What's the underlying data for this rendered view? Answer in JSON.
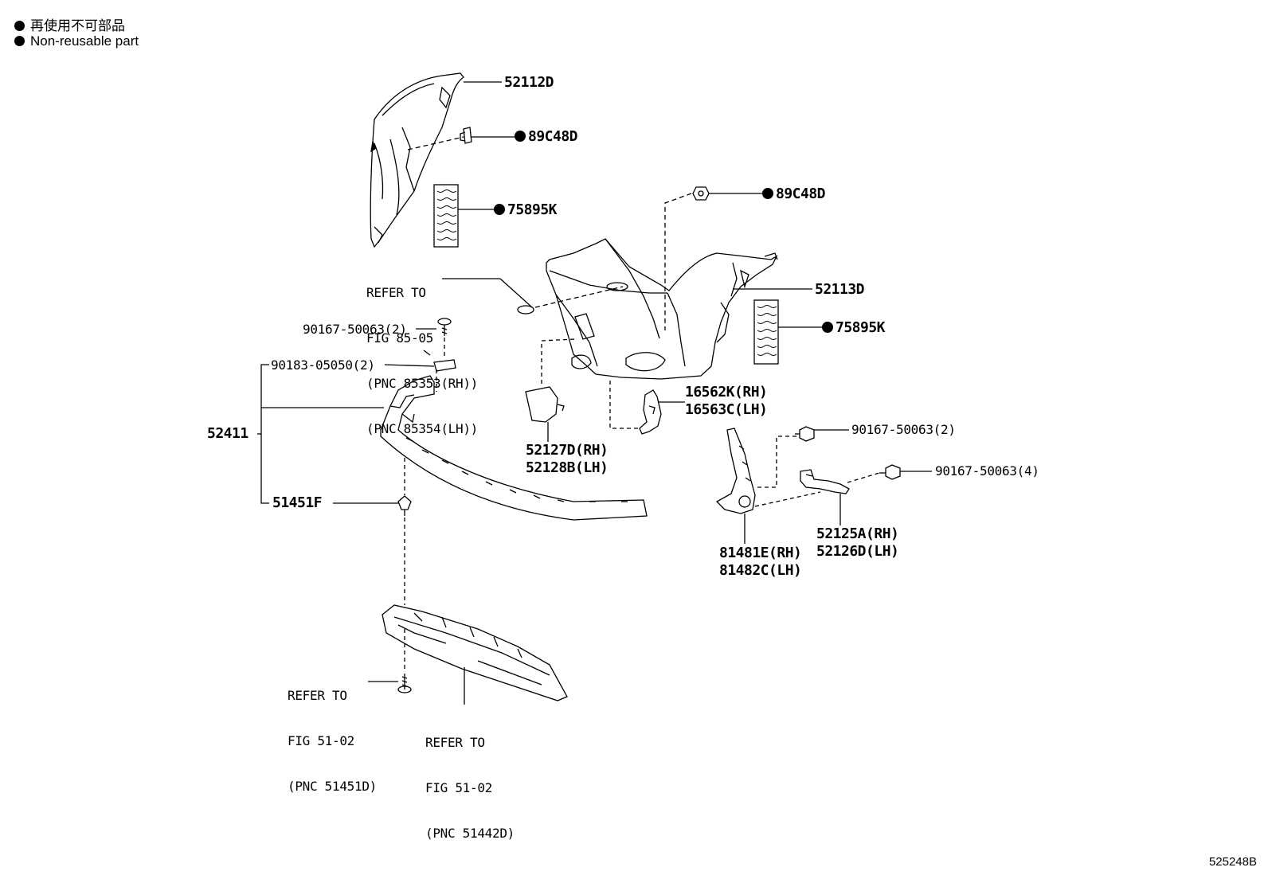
{
  "legend": {
    "line_jp": "再使用不可部品",
    "line_en": "Non-reusable part"
  },
  "labels": {
    "p52112D": "52112D",
    "p89C48D_a": "89C48D",
    "p75895K_a": "75895K",
    "p89C48D_b": "89C48D",
    "p52113D": "52113D",
    "p75895K_b": "75895K",
    "p90167_2a": "90167-50063(2)",
    "p90183": "90183-05050(2)",
    "p52411": "52411",
    "p51451F": "51451F",
    "p16562K": "16562K(RH)",
    "p16563C": "16563C(LH)",
    "p52127D": "52127D(RH)",
    "p52128B": "52128B(LH)",
    "p90167_2b": "90167-50063(2)",
    "p90167_4": "90167-50063(4)",
    "p52125A": "52125A(RH)",
    "p52126D": "52126D(LH)",
    "p81481E": "81481E(RH)",
    "p81482C": "81482C(LH)"
  },
  "refs": {
    "fig85": [
      "REFER TO",
      "FIG 85-05",
      "(PNC 85353(RH))",
      "(PNC 85354(LH))"
    ],
    "fig51a": [
      "REFER TO",
      "FIG 51-02",
      "(PNC 51451D)"
    ],
    "fig51b": [
      "REFER TO",
      "FIG 51-02",
      "(PNC 51442D)"
    ]
  },
  "footer": {
    "code": "525248B"
  }
}
